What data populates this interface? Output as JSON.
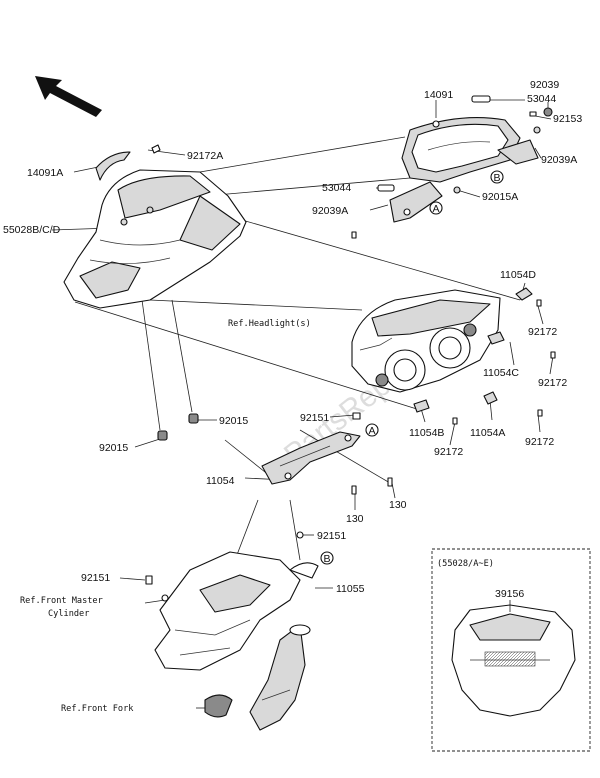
{
  "watermark": "PartsRepublik",
  "labels": {
    "p14091": "14091",
    "p53044_top": "53044",
    "p92039": "92039",
    "p92153": "92153",
    "p92039A_right": "92039A",
    "p92172A": "92172A",
    "p14091A": "14091A",
    "p55028": "55028B/C/D",
    "p53044_mid": "53044",
    "p92039A_left": "92039A",
    "p92015A": "92015A",
    "ref_headlight": "Ref.Headlight(s)",
    "p11054D": "11054D",
    "p92172_1": "92172",
    "p11054C": "11054C",
    "p92172_2": "92172",
    "p92015_a": "92015",
    "p92015_b": "92015",
    "p92151_a": "92151",
    "p11054B": "11054B",
    "p11054A": "11054A",
    "p92172_3": "92172",
    "p92172_4": "92172",
    "p11054": "11054",
    "p130_a": "130",
    "p130_b": "130",
    "p92151_b": "92151",
    "p92151_c": "92151",
    "p11055": "11055",
    "ref_master_1": "Ref.Front Master",
    "ref_master_2": "Cylinder",
    "ref_fork": "Ref.Front Fork",
    "inset_title": "(55028/A~E)",
    "p39156": "39156",
    "callout_A": "A",
    "callout_B": "B"
  }
}
